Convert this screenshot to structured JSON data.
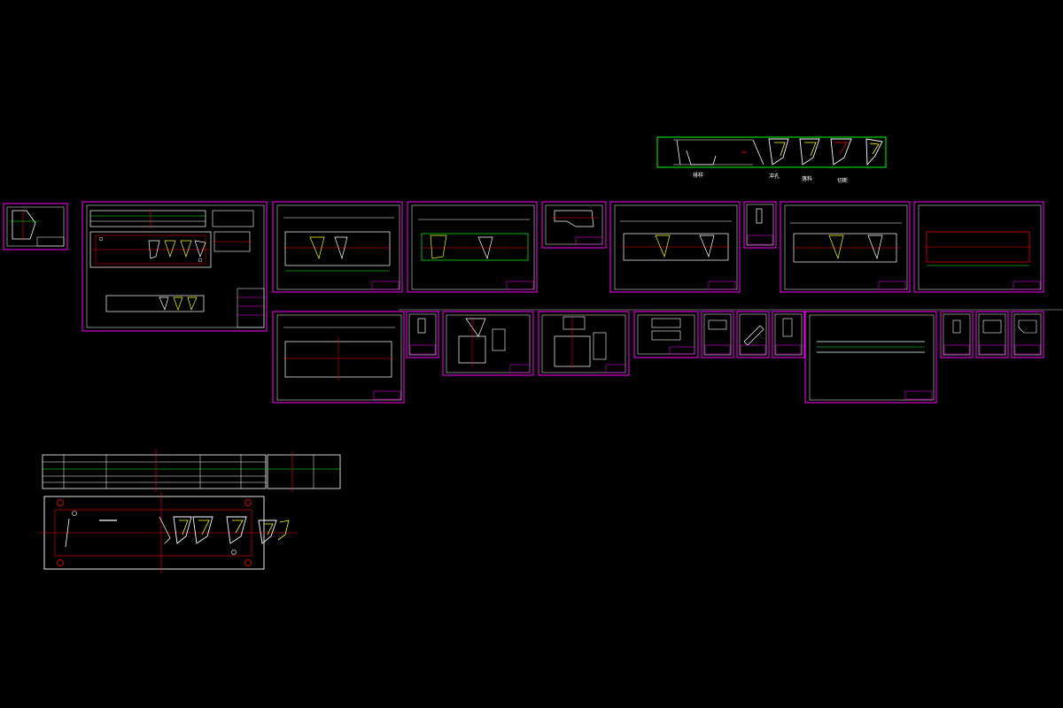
{
  "colors": {
    "background": "#000000",
    "sheet_frame": "#ff00ff",
    "geometry": "#ffffff",
    "center_line": "#ff0000",
    "dimension": "#00ff00",
    "hidden": "#ffff00",
    "alt": "#00ffff"
  },
  "labels": {
    "strip_a": "排样",
    "strip_b": "冲孔",
    "strip_c": "落料",
    "strip_d": "切断"
  }
}
